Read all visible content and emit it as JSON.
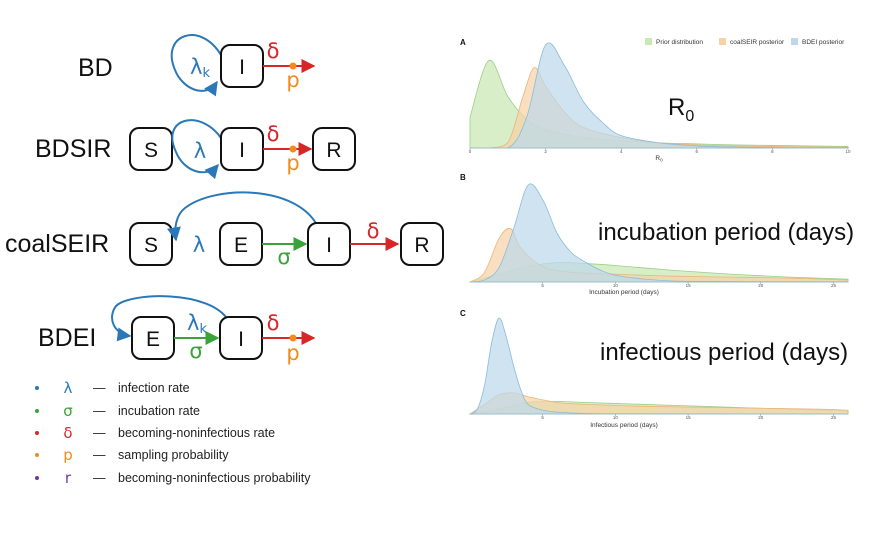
{
  "models": {
    "bd": {
      "name": "BD",
      "rate": "λ",
      "rate_sub": "k",
      "i": "I",
      "delta": "δ",
      "p": "p"
    },
    "bdsir": {
      "name": "BDSIR",
      "s": "S",
      "rate": "λ",
      "i": "I",
      "delta": "δ",
      "p": "p",
      "r": "R"
    },
    "coalseir": {
      "name": "coalSEIR",
      "s": "S",
      "rate": "λ",
      "e": "E",
      "sigma": "σ",
      "i": "I",
      "delta": "δ",
      "r": "R"
    },
    "bdei": {
      "name": "BDEI",
      "e": "E",
      "rate": "λ",
      "rate_sub": "k",
      "sigma": "σ",
      "i": "I",
      "delta": "δ",
      "p": "p"
    }
  },
  "legend": [
    {
      "symbol": "λ",
      "dash": "—",
      "text": "infection rate",
      "color": "#2a78b8"
    },
    {
      "symbol": "σ",
      "dash": "—",
      "text": "incubation rate",
      "color": "#3aa33a"
    },
    {
      "symbol": "δ",
      "dash": "—",
      "text": "becoming-noninfectious rate",
      "color": "#d62728"
    },
    {
      "symbol": "p",
      "dash": "—",
      "text": "sampling probability",
      "color": "#f08c1e"
    },
    {
      "symbol": "r",
      "dash": "—",
      "text": "becoming-noninfectious probability",
      "color": "#6a3d9a"
    }
  ],
  "colors": {
    "infection": "#2a78b8",
    "incubation": "#3aa33a",
    "noninfectious": "#d62728",
    "sampling": "#f08c1e",
    "prior_fill": "#c8e8b4",
    "coal_fill": "#f6d3a6",
    "bdei_fill": "#bcd8ea"
  },
  "density_legend": [
    "Prior distribution",
    "coalSEIR posterior",
    "BDEI posterior"
  ],
  "chart_data": [
    {
      "type": "area",
      "panel": "A",
      "annotation": "R",
      "annotation_sub": "0",
      "xlabel": "R",
      "xlabel_sub": "0",
      "xlim": [
        0,
        10
      ],
      "xticks": [
        "0",
        "2",
        "4",
        "6",
        "8",
        "10"
      ],
      "series": [
        {
          "name": "Prior distribution",
          "x": [
            0,
            0.5,
            1,
            1.5,
            2,
            3,
            4,
            5,
            6,
            7,
            8,
            9,
            10
          ],
          "y": [
            0.3,
            0.85,
            0.5,
            0.28,
            0.18,
            0.1,
            0.07,
            0.05,
            0.04,
            0.03,
            0.025,
            0.02,
            0.015
          ]
        },
        {
          "name": "coalSEIR posterior",
          "x": [
            0,
            0.5,
            1,
            1.4,
            1.7,
            2,
            2.5,
            3,
            4,
            5,
            6,
            7,
            8,
            9,
            10
          ],
          "y": [
            0,
            0,
            0.05,
            0.5,
            0.78,
            0.6,
            0.35,
            0.2,
            0.1,
            0.05,
            0.03,
            0.02,
            0.015,
            0.01,
            0.008
          ]
        },
        {
          "name": "BDEI posterior",
          "x": [
            0,
            1,
            1.5,
            2,
            2.5,
            3,
            3.5,
            4,
            5,
            6,
            7,
            8,
            9,
            10
          ],
          "y": [
            0,
            0,
            0.3,
            1.0,
            0.8,
            0.45,
            0.25,
            0.12,
            0.05,
            0.02,
            0.01,
            0.005,
            0.003,
            0.002
          ]
        }
      ]
    },
    {
      "type": "area",
      "panel": "B",
      "annotation": "incubation period (days)",
      "xlabel": "Incubation period (days)",
      "xlim": [
        0,
        26
      ],
      "xticks": [
        "5",
        "10",
        "15",
        "20",
        "25"
      ],
      "series": [
        {
          "name": "Prior distribution",
          "x": [
            0,
            2,
            4,
            6,
            8,
            10,
            14,
            18,
            22,
            26
          ],
          "y": [
            0,
            0.08,
            0.16,
            0.2,
            0.19,
            0.17,
            0.12,
            0.08,
            0.05,
            0.03
          ]
        },
        {
          "name": "coalSEIR posterior",
          "x": [
            0,
            1,
            2,
            2.8,
            3.5,
            5,
            7,
            10,
            14,
            18,
            22,
            26
          ],
          "y": [
            0,
            0.1,
            0.45,
            0.55,
            0.35,
            0.16,
            0.1,
            0.08,
            0.06,
            0.05,
            0.04,
            0.02
          ]
        },
        {
          "name": "BDEI posterior",
          "x": [
            0,
            1,
            2,
            3,
            4,
            5,
            6,
            7,
            8,
            9,
            10,
            12,
            14,
            18,
            26
          ],
          "y": [
            0,
            0.02,
            0.15,
            0.55,
            1.0,
            0.85,
            0.5,
            0.3,
            0.2,
            0.12,
            0.07,
            0.03,
            0.01,
            0.005,
            0.002
          ]
        }
      ]
    },
    {
      "type": "area",
      "panel": "C",
      "annotation": "infectious period (days)",
      "xlabel": "Infectious period (days)",
      "xlim": [
        0,
        26
      ],
      "xticks": [
        "5",
        "10",
        "15",
        "20",
        "25"
      ],
      "series": [
        {
          "name": "Prior distribution",
          "x": [
            0,
            2,
            4,
            6,
            8,
            10,
            14,
            18,
            22,
            26
          ],
          "y": [
            0,
            0.05,
            0.12,
            0.13,
            0.12,
            0.11,
            0.09,
            0.07,
            0.05,
            0.03
          ]
        },
        {
          "name": "coalSEIR posterior",
          "x": [
            0,
            1,
            2,
            3,
            4,
            6,
            8,
            12,
            16,
            20,
            24,
            26
          ],
          "y": [
            0,
            0.1,
            0.2,
            0.22,
            0.18,
            0.12,
            0.1,
            0.08,
            0.07,
            0.06,
            0.05,
            0.04
          ]
        },
        {
          "name": "BDEI posterior",
          "x": [
            0,
            0.5,
            1,
            1.5,
            2,
            2.5,
            3,
            3.5,
            4,
            5,
            6,
            8,
            12,
            26
          ],
          "y": [
            0,
            0.05,
            0.3,
            0.75,
            1.0,
            0.8,
            0.5,
            0.25,
            0.1,
            0.04,
            0.02,
            0.005,
            0.002,
            0.001
          ]
        }
      ]
    }
  ]
}
